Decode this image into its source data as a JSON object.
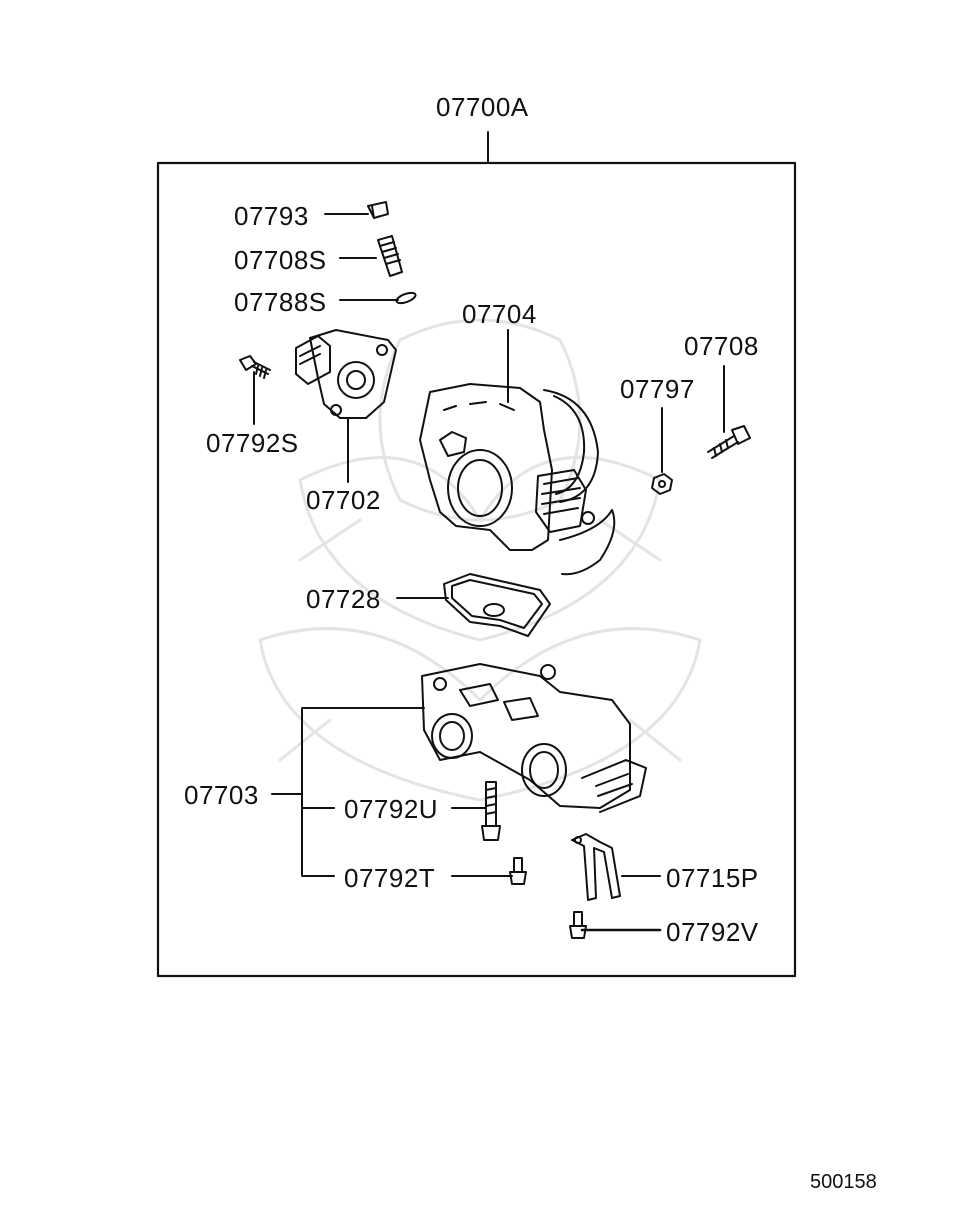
{
  "assembly": {
    "code": "07700A"
  },
  "parts": {
    "p07793": "07793",
    "p07708S": "07708S",
    "p07788S": "07788S",
    "p07704": "07704",
    "p07708": "07708",
    "p07797": "07797",
    "p07792S": "07792S",
    "p07702": "07702",
    "p07728": "07728",
    "p07703": "07703",
    "p07792U": "07792U",
    "p07792T": "07792T",
    "p07715P": "07715P",
    "p07792V": "07792V"
  },
  "document_number": "500158"
}
